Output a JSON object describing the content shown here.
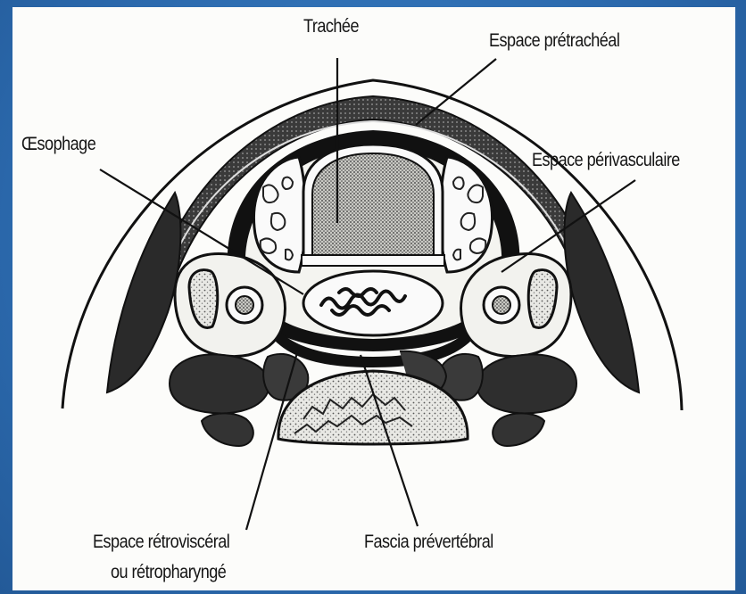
{
  "labels": {
    "trachea": "Trachée",
    "pretracheal": "Espace prétrachéal",
    "esophagus": "Œsophage",
    "perivascular": "Espace périvasculaire",
    "retrovisceral_line1": "Espace rétroviscéral",
    "retrovisceral_line2": "ou rétropharyngé",
    "prevertebral": "Fascia prévertébral"
  }
}
